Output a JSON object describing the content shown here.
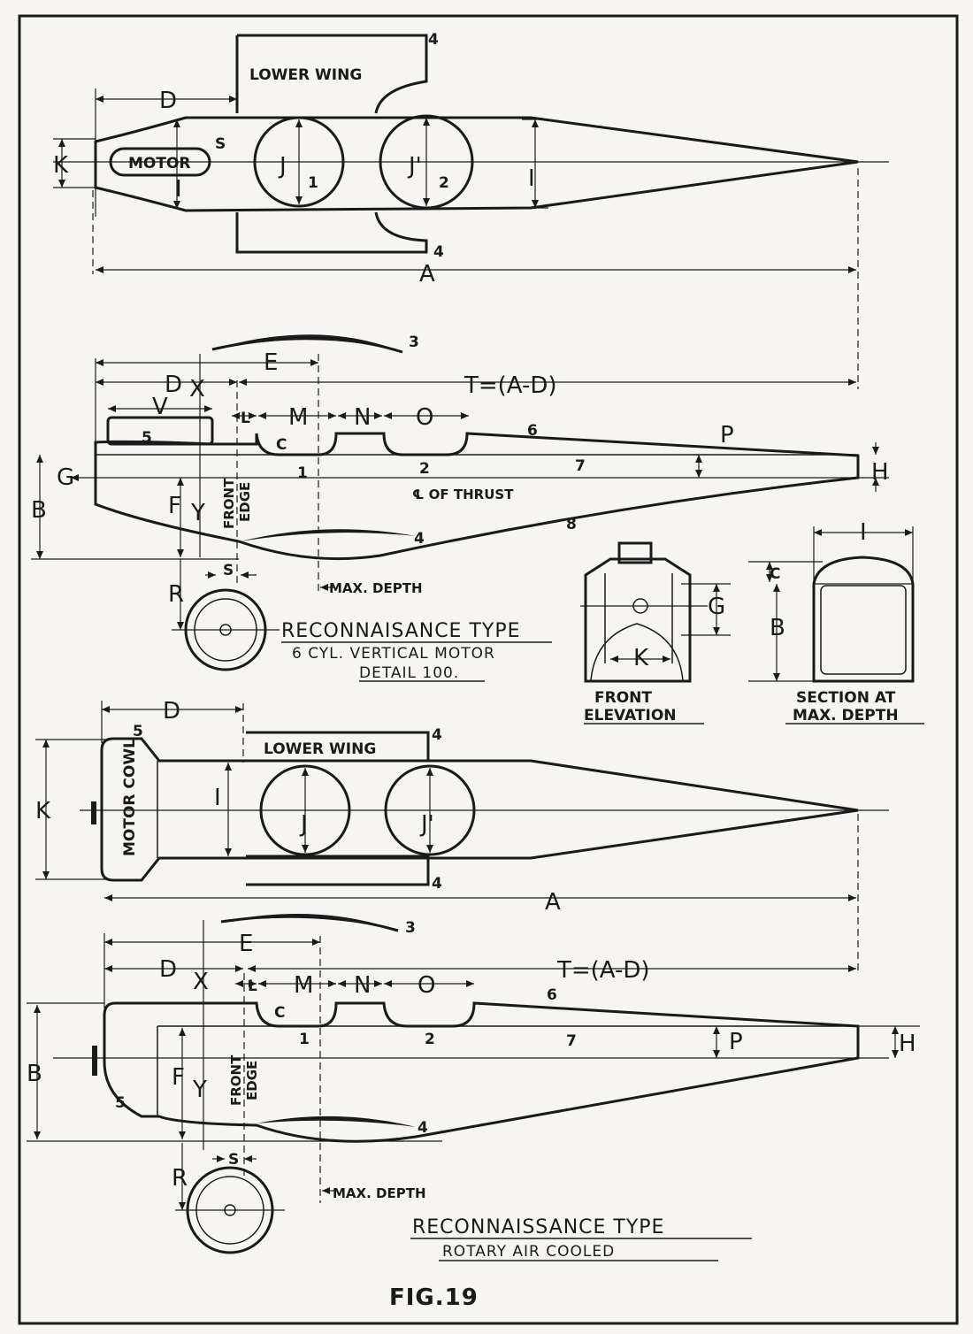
{
  "figure_number": "FIG.19",
  "view1": {
    "title": "RECONNAISANCE TYPE",
    "subtitle1": "6 CYL. VERTICAL MOTOR",
    "subtitle2": "DETAIL 100.",
    "wing_label": "LOWER WING",
    "motor_label": "MOTOR",
    "thrust_label": "℄ OF THRUST",
    "front_edge_1": "FRONT",
    "front_edge_2": "EDGE",
    "max_depth": "MAX. DEPTH",
    "t_formula": "T=(A-D)"
  },
  "detail": {
    "front_elevation_1": "FRONT",
    "front_elevation_2": "ELEVATION",
    "section_1": "SECTION AT",
    "section_2": "MAX. DEPTH"
  },
  "view2": {
    "title": "RECONNAISSANCE TYPE",
    "subtitle": "ROTARY AIR COOLED",
    "wing_label": "LOWER WING",
    "cowl_label": "MOTOR COWL",
    "front_edge_1": "FRONT",
    "front_edge_2": "EDGE",
    "max_depth": "MAX. DEPTH",
    "t_formula": "T=(A-D)"
  },
  "letters": {
    "A": "A",
    "B": "B",
    "C": "C",
    "D": "D",
    "E": "E",
    "F": "F",
    "G": "G",
    "H": "H",
    "I": "I",
    "J": "J",
    "Jp": "J'",
    "K": "K",
    "L": "L",
    "M": "M",
    "N": "N",
    "O": "O",
    "P": "P",
    "R": "R",
    "S": "S",
    "V": "V",
    "X": "X",
    "Y": "Y",
    "n1": "1",
    "n2": "2",
    "n3": "3",
    "n4": "4",
    "n5": "5",
    "n6": "6",
    "n7": "7",
    "n8": "8"
  }
}
